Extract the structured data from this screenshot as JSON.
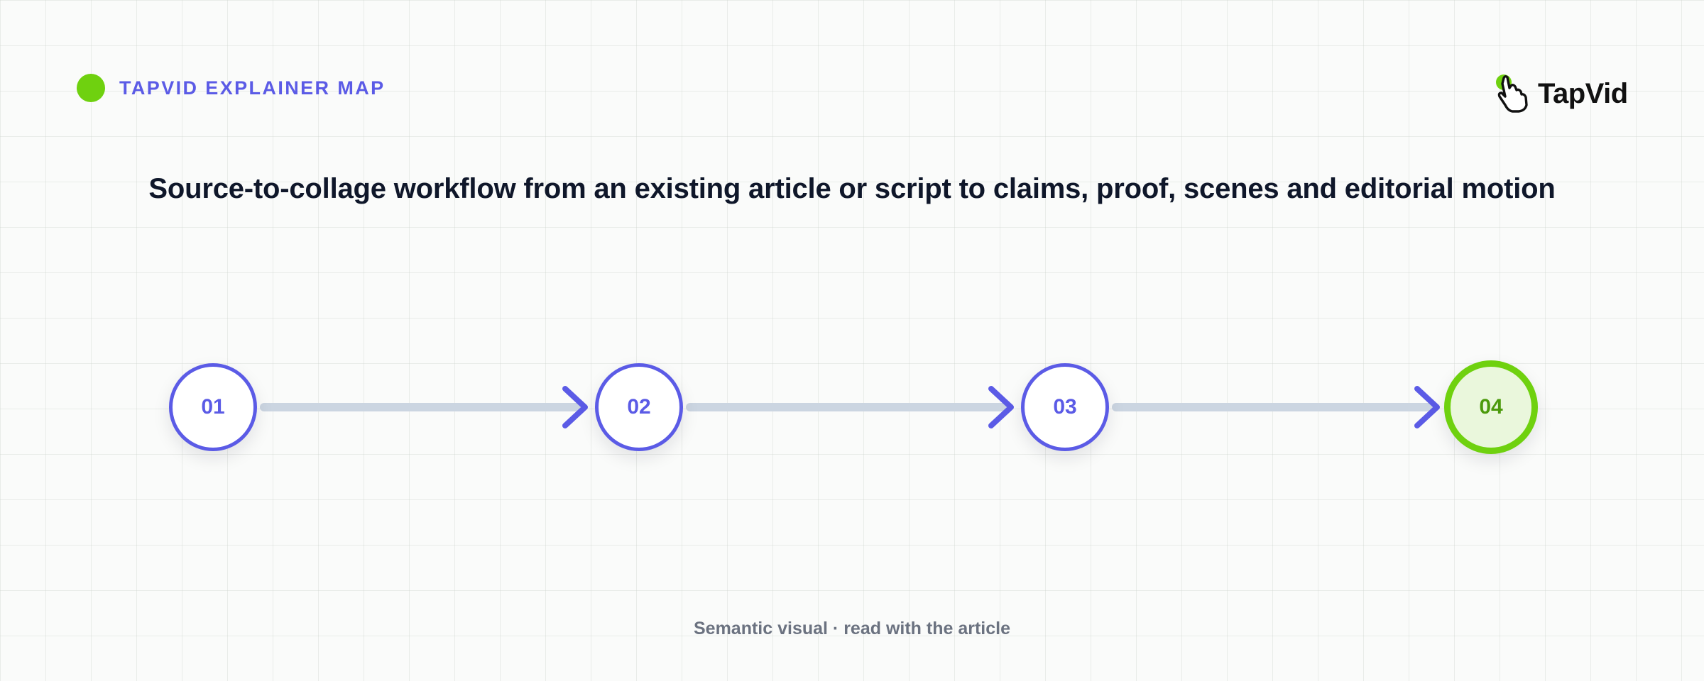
{
  "header": {
    "eyebrow_label": "TAPVID EXPLAINER MAP",
    "logo_text": "TapVid",
    "logo_icon": "pointer-hand-icon"
  },
  "headline": "Source-to-collage workflow from an existing article or script to claims, proof, scenes and editorial motion",
  "flow": {
    "steps": [
      {
        "label": "01",
        "highlight": false
      },
      {
        "label": "02",
        "highlight": false
      },
      {
        "label": "03",
        "highlight": false
      },
      {
        "label": "04",
        "highlight": true
      }
    ]
  },
  "footer": "Semantic visual · read with the article",
  "colors": {
    "accent": "#5b5be6",
    "highlight": "#6fd10f",
    "highlight_text": "#4c9a0c",
    "highlight_fill": "#eaf7dc",
    "connector": "#cbd5e1",
    "headline": "#0f172a",
    "muted": "#6b7280"
  }
}
